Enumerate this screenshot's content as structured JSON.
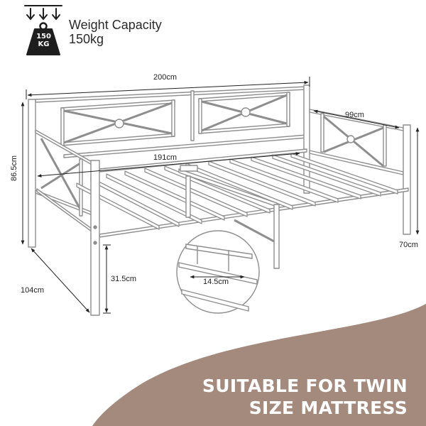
{
  "weight": {
    "badge_number": "150",
    "badge_unit": "KG",
    "title": "Weight Capacity",
    "value": "150kg",
    "icon": "down-arrows-weight-icon"
  },
  "dimensions": {
    "total_length": "200cm",
    "inner_length": "191cm",
    "arm_width": "99cm",
    "total_height": "86.5cm",
    "arm_height": "70cm",
    "depth": "104cm",
    "under_bed_clearance": "31.5cm",
    "slat_spacing": "14.5cm"
  },
  "banner": {
    "line1": "SUITABLE FOR TWIN",
    "line2": "SIZE MATTRESS"
  },
  "colors": {
    "banner_bg": "#a48a7c",
    "frame": "#ffffff",
    "frame_outline": "#8e8e8e",
    "icon": "#1e1e1e"
  }
}
